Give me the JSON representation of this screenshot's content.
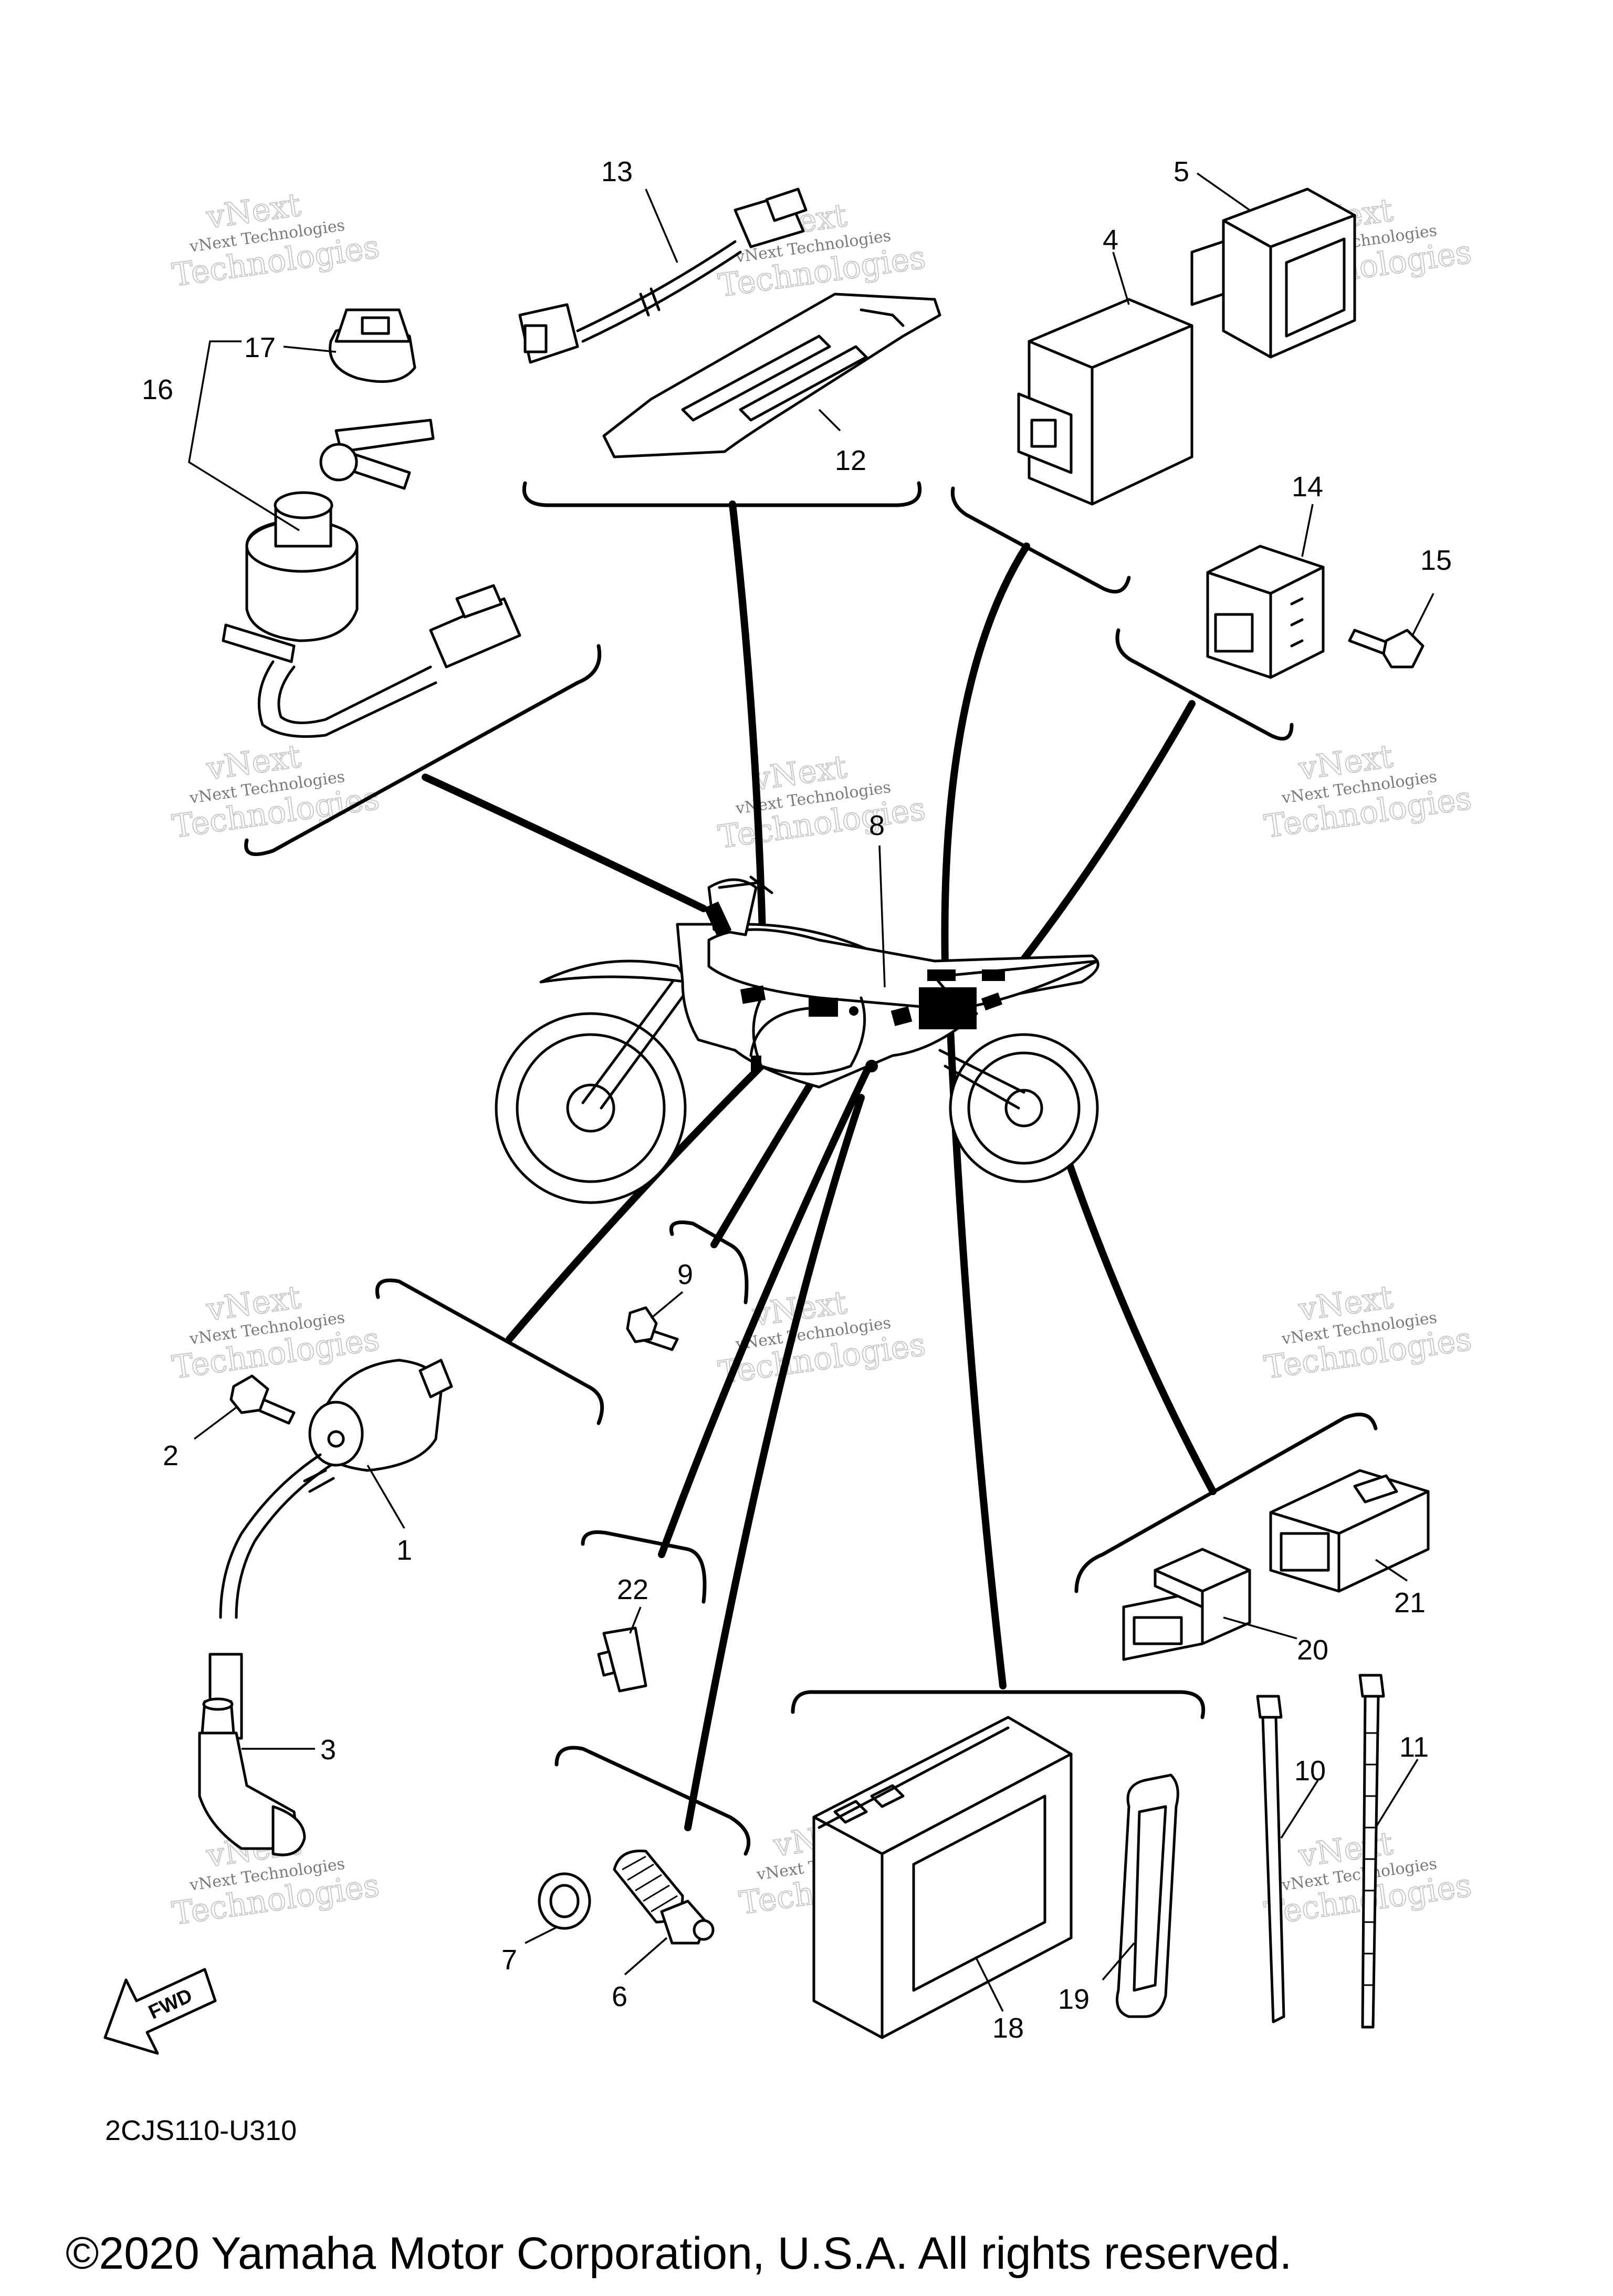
{
  "diagram_code": "2CJS110-U310",
  "copyright": "©2020 Yamaha Motor Corporation, U.S.A. All rights reserved.",
  "fwd_label": "FWD",
  "watermark": {
    "line1": "vNext Technologies",
    "line2": "vNext",
    "line3": "Technologies"
  },
  "callouts": {
    "c1": "1",
    "c2": "2",
    "c3": "3",
    "c4": "4",
    "c5": "5",
    "c6": "6",
    "c7": "7",
    "c8": "8",
    "c9": "9",
    "c10": "10",
    "c11": "11",
    "c12": "12",
    "c13": "13",
    "c14": "14",
    "c15": "15",
    "c16": "16",
    "c17": "17",
    "c18": "18",
    "c19": "19",
    "c20": "20",
    "c21": "21",
    "c22": "22"
  },
  "icons": {
    "fwd_arrow": "fwd-arrow-icon",
    "motorcycle": "motorcycle-icon"
  }
}
